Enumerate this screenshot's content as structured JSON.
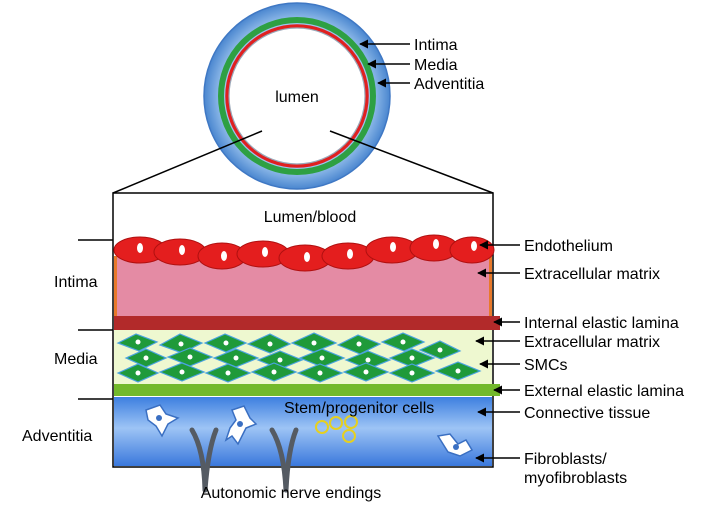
{
  "vessel": {
    "lumen_label": "lumen",
    "layer_labels": [
      "Intima",
      "Media",
      "Adventitia"
    ]
  },
  "section": {
    "lumen_blood_label": "Lumen/blood",
    "left_labels": {
      "intima": "Intima",
      "media": "Media",
      "adventitia": "Adventitia"
    },
    "right_labels": [
      "Endothelium",
      "Extracellular matrix",
      "Internal elastic lamina",
      "Extracellular matrix",
      "SMCs",
      "External elastic lamina",
      "Connective tissue",
      "Fibroblasts/",
      "myofibroblasts"
    ],
    "stem_cells_label": "Stem/progenitor cells",
    "nerve_label": "Autonomic nerve endings"
  },
  "colors": {
    "adventitia_ring": "#5b9bd5",
    "media_ring": "#2ea043",
    "intima_ring": "#e02020",
    "endothelium": "#e41e1e",
    "intima_matrix": "#e48ba4",
    "internal_lamina": "#b22a2a",
    "media_matrix": "#eef8d0",
    "smc": "#1f9a3a",
    "external_lamina": "#72b92b",
    "adventitia_fill": "#7fb0f0"
  }
}
